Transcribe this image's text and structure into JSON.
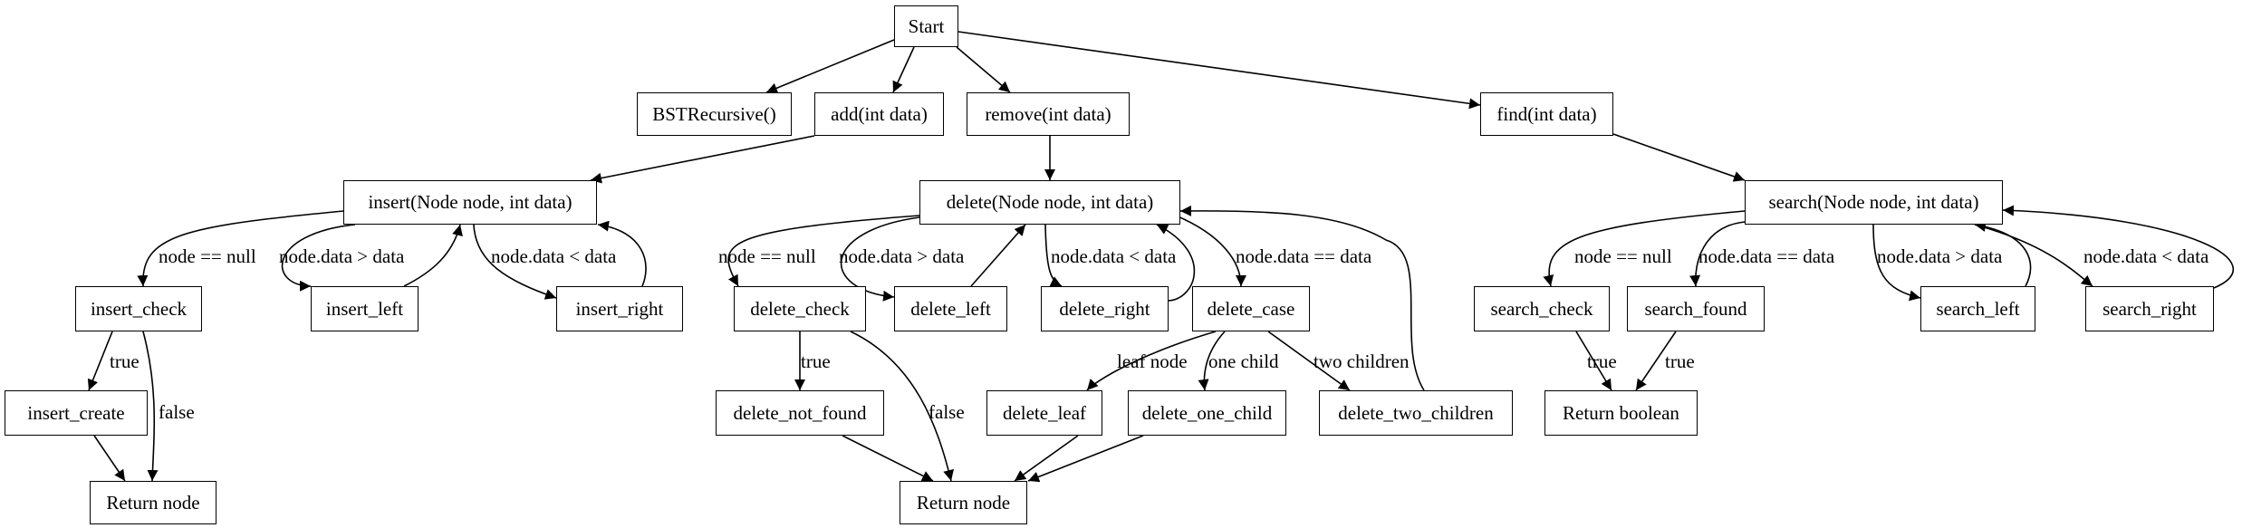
{
  "nodes": {
    "start": "Start",
    "ctor": "BSTRecursive()",
    "add": "add(int data)",
    "remove": "remove(int data)",
    "find": "find(int data)",
    "insert": "insert(Node node, int data)",
    "insert_check": "insert_check",
    "insert_left": "insert_left",
    "insert_right": "insert_right",
    "insert_create": "insert_create",
    "insert_return": "Return node",
    "delete": "delete(Node node, int data)",
    "delete_check": "delete_check",
    "delete_left": "delete_left",
    "delete_right": "delete_right",
    "delete_case": "delete_case",
    "delete_not_found": "delete_not_found",
    "delete_leaf": "delete_leaf",
    "delete_one_child": "delete_one_child",
    "delete_two_children": "delete_two_children",
    "delete_return": "Return node",
    "search": "search(Node node, int data)",
    "search_check": "search_check",
    "search_found": "search_found",
    "search_left": "search_left",
    "search_right": "search_right",
    "search_return": "Return boolean"
  },
  "edge_labels": {
    "insert_null": "node == null",
    "insert_gt": "node.data > data",
    "insert_lt": "node.data < data",
    "insert_true": "true",
    "insert_false": "false",
    "delete_null": "node == null",
    "delete_gt": "node.data > data",
    "delete_lt": "node.data < data",
    "delete_eq": "node.data == data",
    "delete_true": "true",
    "delete_false": "false",
    "delete_leafnode": "leaf node",
    "delete_onechild": "one child",
    "delete_twochildren": "two children",
    "search_null": "node == null",
    "search_eq": "node.data == data",
    "search_gt": "node.data > data",
    "search_lt": "node.data < data",
    "search_true1": "true",
    "search_true2": "true"
  }
}
